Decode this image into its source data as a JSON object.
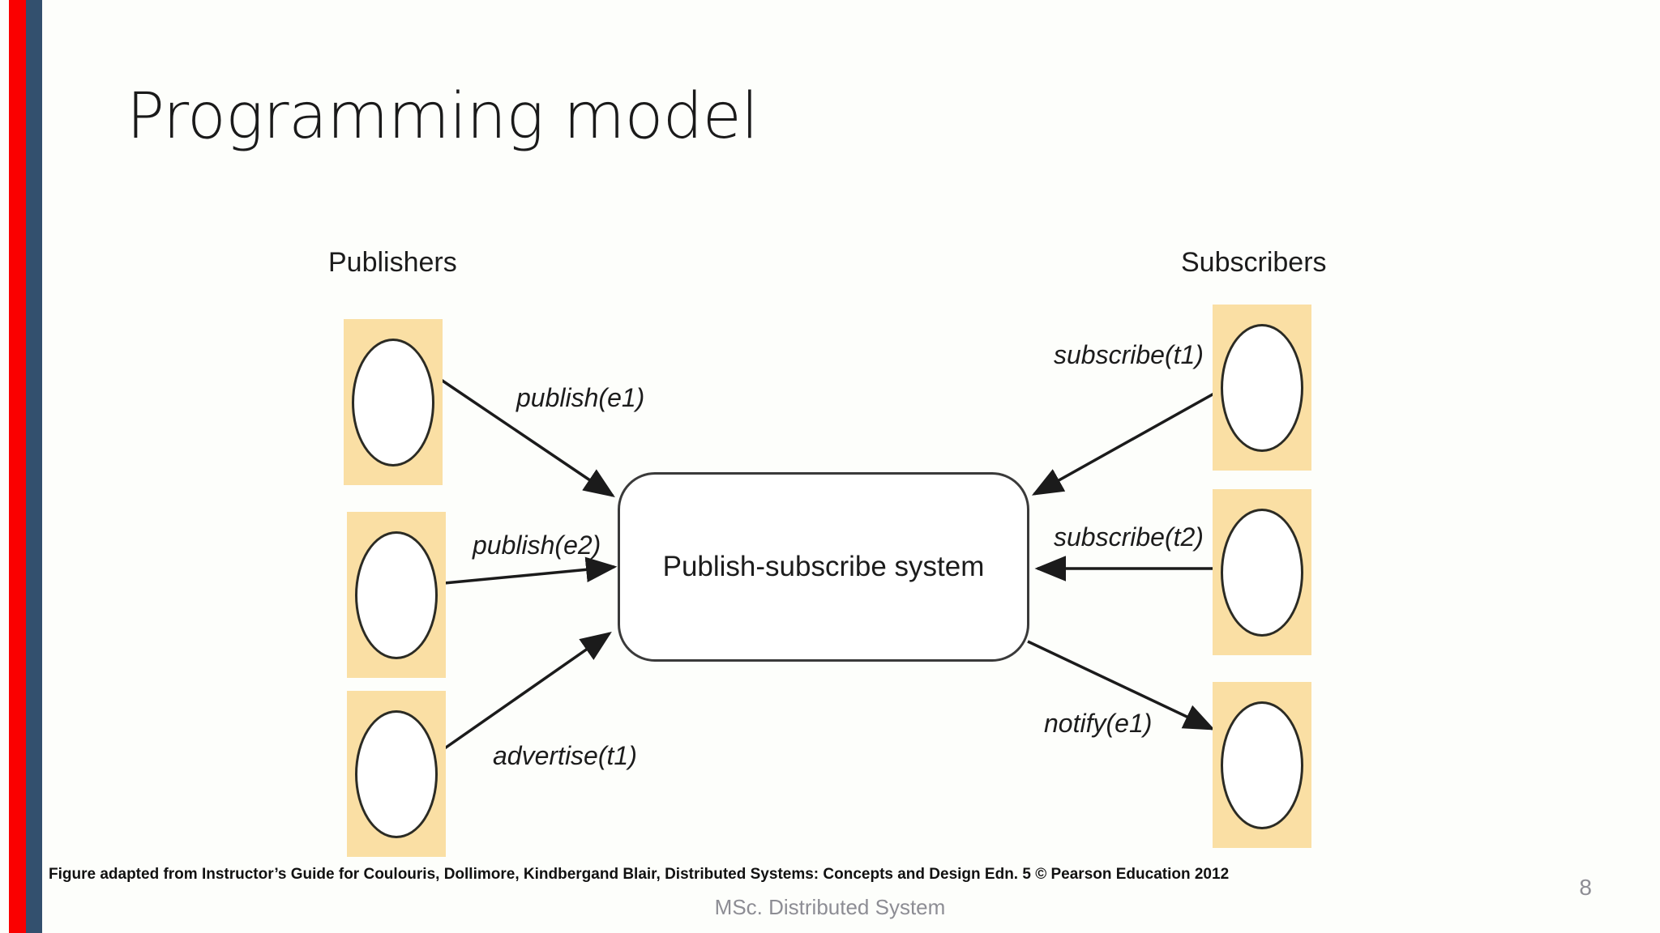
{
  "slide": {
    "title": "Programming model",
    "number": "8",
    "footer_center": "MSc. Distributed System",
    "caption": "Figure adapted from Instructor’s Guide for Coulouris, Dollimore, Kindbergand Blair, Distributed Systems: Concepts and Design Edn. 5 © Pearson Education 2012",
    "accent_red": "#fa0000",
    "accent_blue": "#33506e",
    "background": "#fdfefb"
  },
  "diagram": {
    "type": "diagram",
    "node_fill": "#fadfa4",
    "node_stroke": "#2b2b24",
    "arrow_color": "#1b1b1b",
    "group_labels": {
      "left": "Publishers",
      "right": "Subscribers"
    },
    "center_node": {
      "label": "Publish-subscribe system",
      "shape": "rounded-rectangle"
    },
    "publishers": [
      {
        "id": "p1",
        "label": ""
      },
      {
        "id": "p2",
        "label": ""
      },
      {
        "id": "p3",
        "label": ""
      }
    ],
    "subscribers": [
      {
        "id": "s1",
        "label": ""
      },
      {
        "id": "s2",
        "label": ""
      },
      {
        "id": "s3",
        "label": ""
      }
    ],
    "edges": [
      {
        "id": "e-publish-e1",
        "label": "publish(e1)",
        "from": "p1",
        "to": "center",
        "direction": "to-center"
      },
      {
        "id": "e-publish-e2",
        "label": "publish(e2)",
        "from": "p2",
        "to": "center",
        "direction": "to-center"
      },
      {
        "id": "e-advertise-t1",
        "label": "advertise(t1)",
        "from": "p3",
        "to": "center",
        "direction": "to-center"
      },
      {
        "id": "e-subscribe-t1",
        "label": "subscribe(t1)",
        "from": "s1",
        "to": "center",
        "direction": "to-center"
      },
      {
        "id": "e-subscribe-t2",
        "label": "subscribe(t2)",
        "from": "s2",
        "to": "center",
        "direction": "to-center"
      },
      {
        "id": "e-notify-e1",
        "label": "notify(e1)",
        "from": "center",
        "to": "s3",
        "direction": "from-center"
      }
    ]
  }
}
